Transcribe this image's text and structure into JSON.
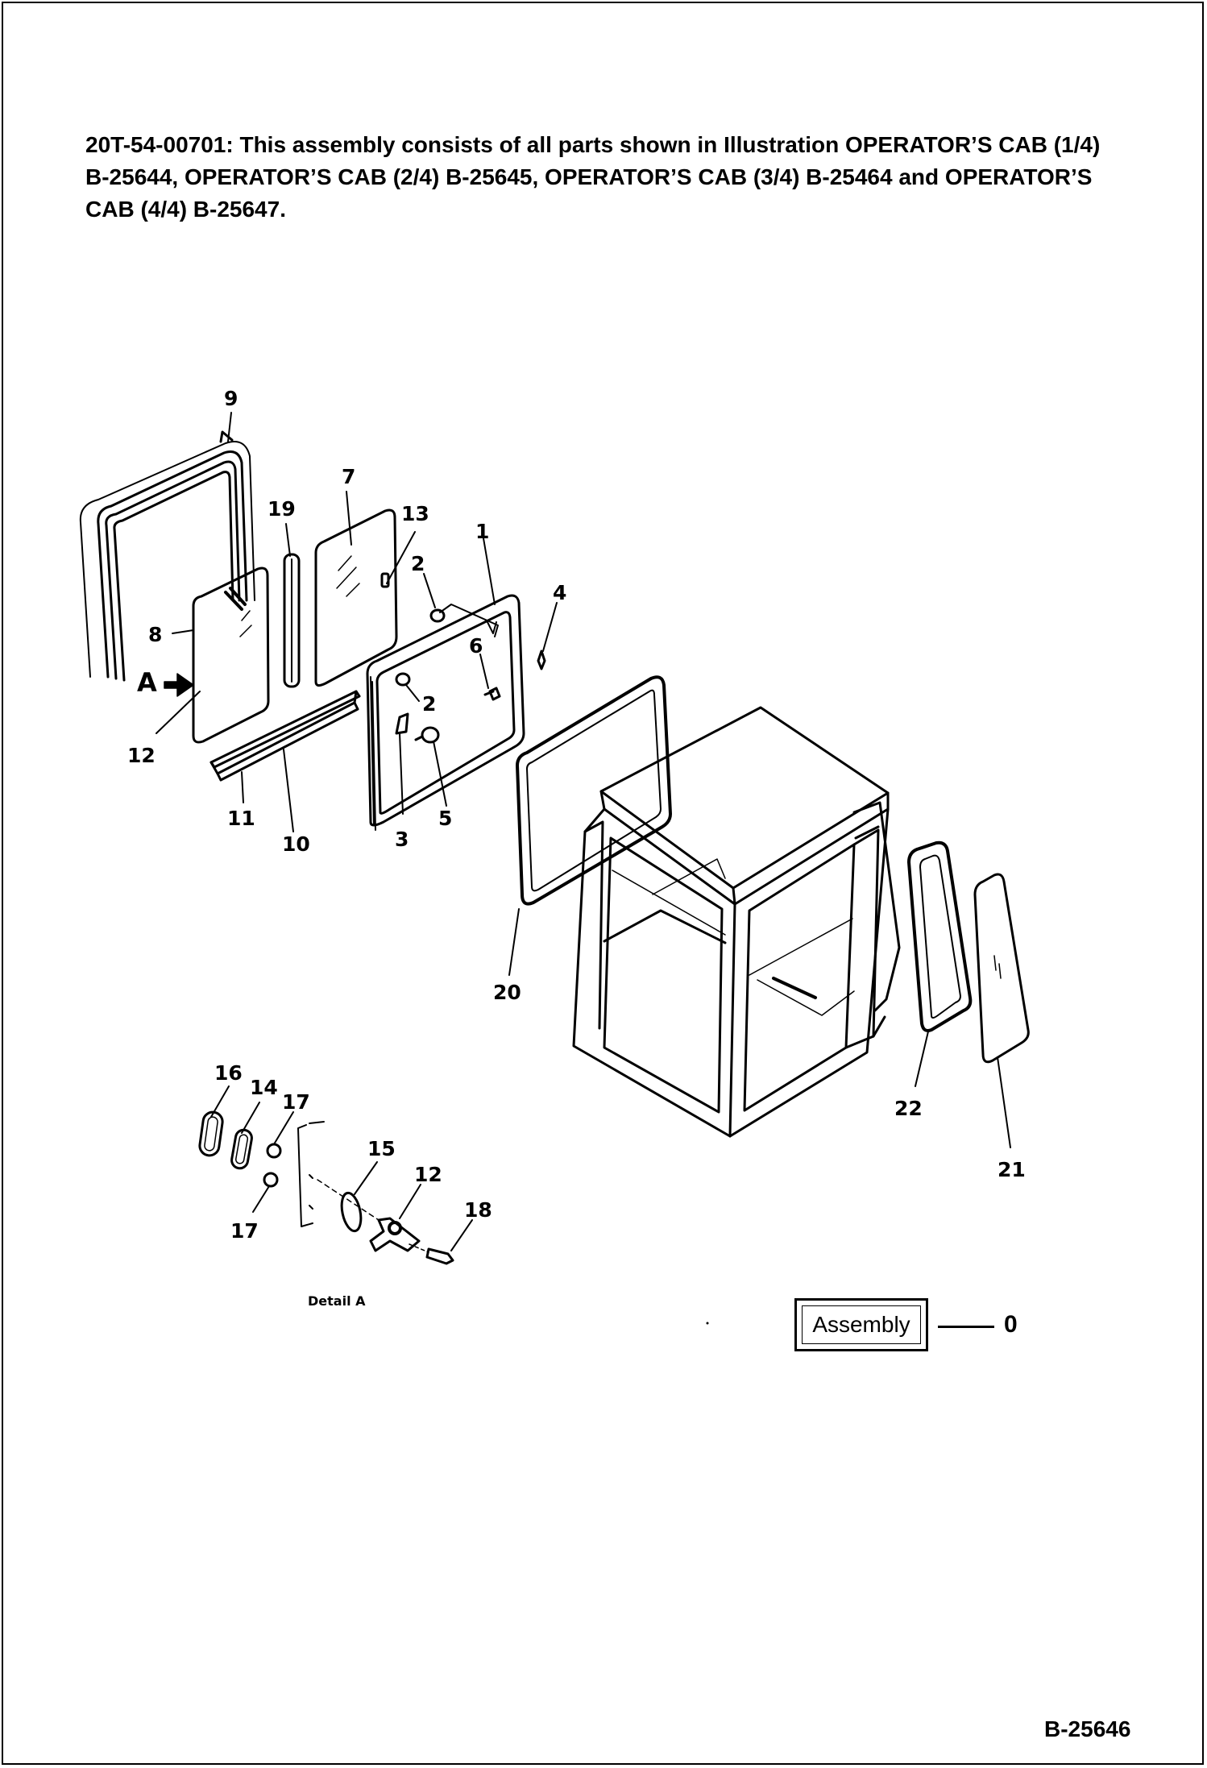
{
  "header": {
    "line1": "20T-54-00701: This assembly consists of all parts shown in Illustration OPERATOR’S CAB (1/4)",
    "line2": "B-25644, OPERATOR’S CAB (2/4) B-25645, OPERATOR’S CAB (3/4) B-25464 and OPERATOR’S",
    "line3": "CAB (4/4) B-25647."
  },
  "callouts": {
    "c1": "1",
    "c2a": "2",
    "c2b": "2",
    "c3": "3",
    "c4": "4",
    "c5": "5",
    "c6": "6",
    "c7": "7",
    "c8": "8",
    "c9": "9",
    "c10": "10",
    "c11": "11",
    "c12a": "12",
    "c12b": "12",
    "c13": "13",
    "c14": "14",
    "c15": "15",
    "c16": "16",
    "c17a": "17",
    "c17b": "17",
    "c18": "18",
    "c19": "19",
    "c20": "20",
    "c21": "21",
    "c22": "22",
    "view_a": "A"
  },
  "detail_label": "Detail A",
  "assembly": {
    "label": "Assembly",
    "number": "0"
  },
  "page_code": "B-25646"
}
